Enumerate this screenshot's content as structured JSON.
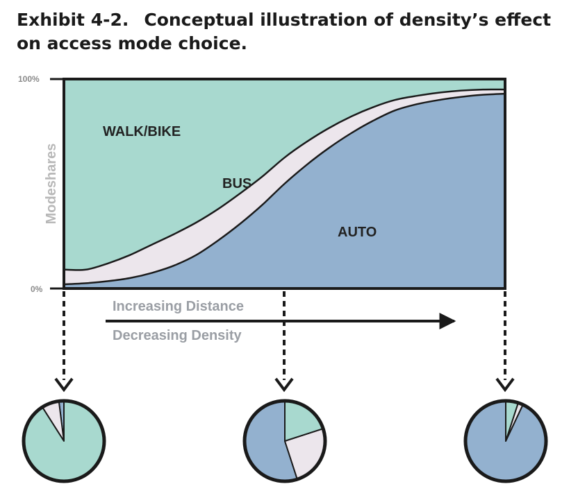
{
  "exhibit": {
    "number": "Exhibit 4-2.",
    "title": "Conceptual illustration of density’s effect on access mode choice."
  },
  "colors": {
    "walk_bike": "#a8d9cf",
    "bus": "#ece6ec",
    "auto": "#93b1cf",
    "outline": "#1a1a1a"
  },
  "chart_data": {
    "type": "area",
    "stacked": true,
    "ylabel": "Modeshares",
    "y_ticks": [
      "100%",
      "0%"
    ],
    "ylim": [
      0,
      100
    ],
    "annotations": {
      "arrow_top": "Increasing Distance",
      "arrow_bottom": "Decreasing Density"
    },
    "x": [
      0,
      0.05,
      0.1,
      0.15,
      0.2,
      0.25,
      0.3,
      0.35,
      0.4,
      0.45,
      0.5,
      0.55,
      0.6,
      0.65,
      0.7,
      0.75,
      0.8,
      0.85,
      0.9,
      0.95,
      1.0
    ],
    "series": [
      {
        "name": "AUTO",
        "color_key": "auto",
        "values": [
          2,
          2.5,
          3.5,
          5,
          7.5,
          11,
          16,
          23,
          31,
          40,
          50,
          59,
          67,
          74,
          80,
          85,
          88,
          90,
          91.5,
          92.5,
          93
        ]
      },
      {
        "name": "BUS",
        "color_key": "bus",
        "values": [
          7,
          6.5,
          8.5,
          11,
          13.5,
          15,
          15.5,
          15,
          14.5,
          13.5,
          12.5,
          11,
          9.5,
          8,
          6.5,
          5,
          4,
          3.5,
          3,
          2.5,
          2
        ]
      },
      {
        "name": "WALK/BIKE",
        "color_key": "walk_bike",
        "values": [
          91,
          91,
          88,
          84,
          79,
          74,
          68.5,
          62,
          54.5,
          46.5,
          37.5,
          30,
          23.5,
          18,
          13.5,
          10,
          8,
          6.5,
          5.5,
          5,
          5
        ]
      }
    ],
    "pies": [
      {
        "at_x": 0,
        "slices": [
          {
            "name": "AUTO",
            "value": 2
          },
          {
            "name": "BUS",
            "value": 7
          },
          {
            "name": "WALK/BIKE",
            "value": 91
          }
        ]
      },
      {
        "at_x": 0.5,
        "slices": [
          {
            "name": "AUTO",
            "value": 55
          },
          {
            "name": "BUS",
            "value": 25
          },
          {
            "name": "WALK/BIKE",
            "value": 20
          }
        ]
      },
      {
        "at_x": 1.0,
        "slices": [
          {
            "name": "AUTO",
            "value": 93
          },
          {
            "name": "BUS",
            "value": 2
          },
          {
            "name": "WALK/BIKE",
            "value": 5
          }
        ]
      }
    ]
  }
}
